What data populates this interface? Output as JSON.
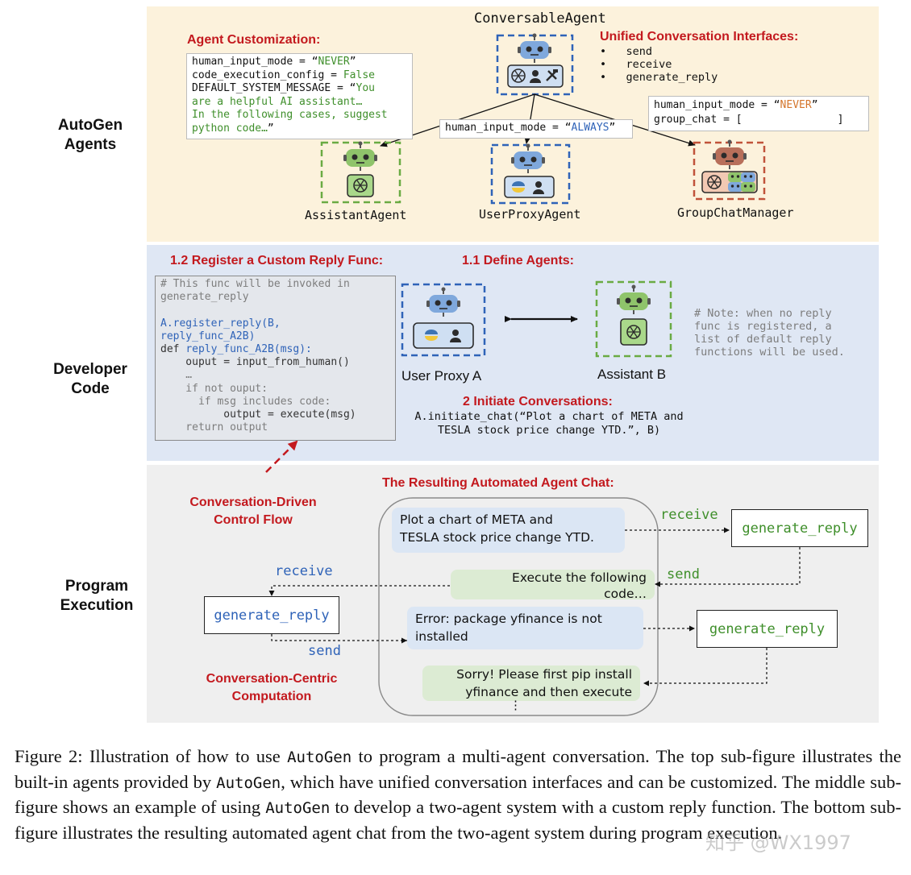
{
  "sections": {
    "top_label": "AutoGen\nAgents",
    "mid_label": "Developer\nCode",
    "bot_label": "Program\nExecution"
  },
  "top": {
    "conversable_title": "ConversableAgent",
    "agent_customization_heading": "Agent Customization:",
    "customization_code": [
      [
        "human_input_mode = “",
        "NEVER",
        "”"
      ],
      [
        "code_execution_config = ",
        "False",
        ""
      ],
      [
        "DEFAULT_SYSTEM_MESSAGE = “",
        "You",
        ""
      ],
      [
        "",
        "are a helpful AI assistant…",
        ""
      ],
      [
        "",
        "In the following cases, suggest",
        ""
      ],
      [
        "",
        "python code…",
        "”"
      ]
    ],
    "unified_heading": "Unified Conversation Interfaces:",
    "interfaces": [
      "send",
      "receive",
      "generate_reply"
    ],
    "user_proxy_mode_prefix": "human_input_mode = “",
    "user_proxy_mode_value": "ALWAYS",
    "user_proxy_mode_suffix": "”",
    "group_mode_prefix": "human_input_mode = “",
    "group_mode_value": "NEVER",
    "group_mode_suffix": "”",
    "group_chat_prefix": "group_chat = [",
    "group_chat_suffix": "]",
    "assistant_label": "AssistantAgent",
    "userproxy_label": "UserProxyAgent",
    "groupchat_label": "GroupChatManager"
  },
  "mid": {
    "register_heading": "1.2 Register a Custom Reply Func:",
    "define_heading": "1.1 Define Agents:",
    "initiate_heading": "2 Initiate Conversations:",
    "code_lines": {
      "c1": "# This func will be invoked in",
      "c2": "generate_reply",
      "c3": "A.register_reply(B,",
      "c4": "reply_func_A2B)",
      "c5a": "def ",
      "c5b": "reply_func_A2B(msg):",
      "c6": "    ouput = input_from_human()",
      "c7": "    …",
      "c8": "    if not ouput:",
      "c9": "      if msg includes code:",
      "c10": "          output = execute(msg)",
      "c11": "    return output"
    },
    "user_proxy_a": "User Proxy A",
    "assistant_b": "Assistant B",
    "note": "# Note: when no reply\nfunc is registered, a\nlist of default reply\nfunctions will be used.",
    "initiate_code": "A.initiate_chat(“Plot a chart of META and\nTESLA stock price change YTD.”, B)"
  },
  "bot": {
    "control_flow": "Conversation-Driven\nControl Flow",
    "result_heading": "The Resulting Automated Agent Chat:",
    "msg1": "Plot a chart of META and\nTESLA stock price change YTD.",
    "msg2": "Execute the following\ncode…",
    "msg3": "Error: package yfinance is not\ninstalled",
    "msg4": "Sorry! Please first pip install\nyfinance and then execute",
    "ellipsis": "⋮",
    "gen_right_top": "generate_reply",
    "gen_left": "generate_reply",
    "gen_right_mid": "generate_reply",
    "receive_right": "receive",
    "send_right": "send",
    "receive_left": "receive",
    "send_left": "send",
    "centric": "Conversation-Centric\nComputation"
  },
  "caption": {
    "p1": "Figure 2: Illustration of how to use ",
    "m1": "AutoGen",
    "p2": " to program a multi-agent conversation. The top sub-figure illustrates the built-in agents provided by ",
    "m2": "AutoGen",
    "p3": ", which have unified conversation interfaces and can be customized. The middle sub-figure shows an example of using ",
    "m3": "AutoGen",
    "p4": " to develop a two-agent system with a custom reply function. The bottom sub-figure illustrates the resulting automated agent chat from the two-agent system during program execution."
  },
  "watermark": "知乎 @WX1997",
  "colors": {
    "red": "#c3191e",
    "blue": "#2f63b8",
    "green": "#3f8f2b",
    "top_bg": "#fcf2dc",
    "mid_bg": "#dfe7f4",
    "bot_bg": "#efefef"
  }
}
